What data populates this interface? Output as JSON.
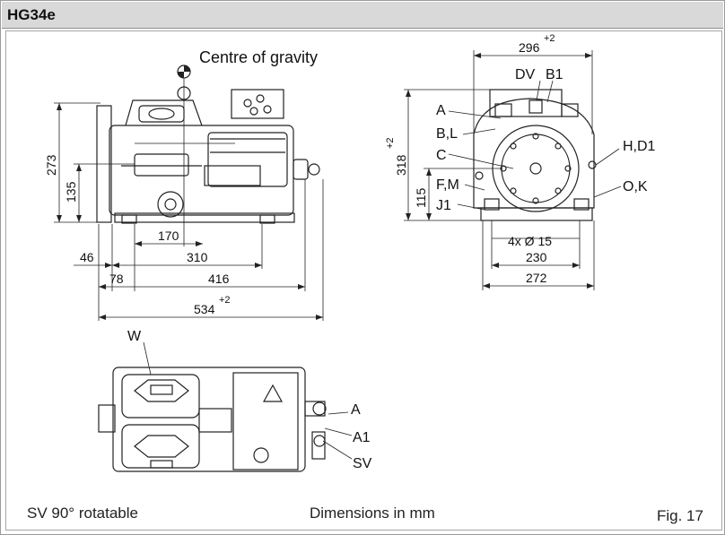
{
  "header": {
    "model": "HG34e"
  },
  "side_view": {
    "centre_of_gravity": "Centre of gravity",
    "dims": {
      "h273": "273",
      "h135": "135",
      "d170": "170",
      "d310": "310",
      "d46": "46",
      "d78": "78",
      "d416": "416",
      "d534": "534",
      "tol534": "+2"
    }
  },
  "front_view": {
    "dims": {
      "d296": "296",
      "tol296": "+2",
      "h318": "318",
      "tol318": "+2",
      "h115": "115",
      "holes": "4x Ø 15",
      "d230": "230",
      "d272": "272"
    },
    "ports": {
      "DV": "DV",
      "B1": "B1",
      "A": "A",
      "BL": "B,L",
      "C": "C",
      "FM": "F,M",
      "J1": "J1",
      "HD1": "H,D1",
      "OK": "O,K"
    }
  },
  "top_view": {
    "ports": {
      "W": "W",
      "A": "A",
      "A1": "A1",
      "SV": "SV"
    }
  },
  "footer": {
    "note": "SV 90° rotatable",
    "units": "Dimensions in mm",
    "fig": "Fig. 17"
  }
}
